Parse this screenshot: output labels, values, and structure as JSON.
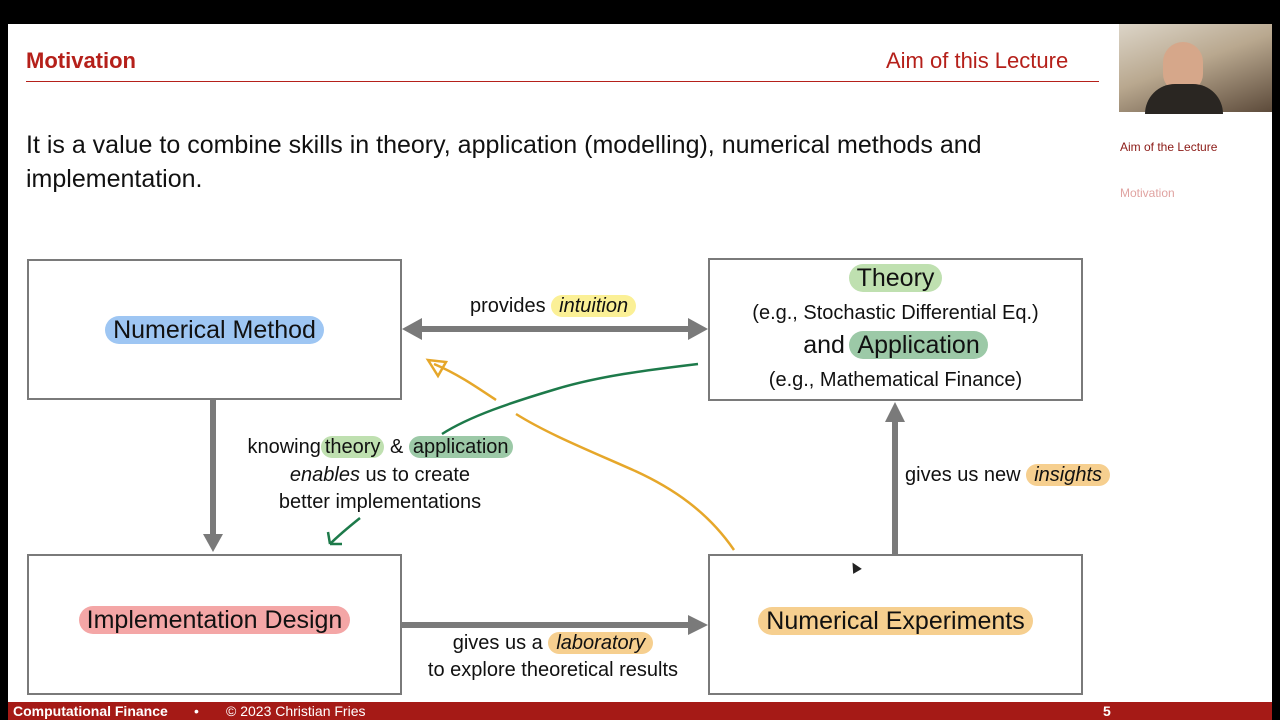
{
  "header": {
    "frame_title": "Motivation",
    "section_title": "Aim of this Lecture"
  },
  "body": {
    "text": "It is a value to combine skills in theory, application (modelling), numerical methods and implementation."
  },
  "sidebar": {
    "items": [
      {
        "label": "Aim of the Lecture",
        "color": "#8b1a16"
      },
      {
        "label": "Motivation",
        "color": "#e0a3a1"
      }
    ]
  },
  "diagram": {
    "numerical_method": "Numerical Method",
    "theory": "Theory",
    "theory_example": "(e.g., Stochastic Differential Eq.)",
    "and_word": "and",
    "application": "Application",
    "application_example": "(e.g., Mathematical Finance)",
    "implementation_design": "Implementation Design",
    "numerical_experiments": "Numerical Experiments",
    "provides_prefix": "provides",
    "provides_emph": "intuition",
    "knowing_prefix": "knowing",
    "knowing_theory": "theory",
    "knowing_amp": "&",
    "knowing_application": "application",
    "enables_emph": "enables",
    "enables_rest": "us to create",
    "better_impl": "better implementations",
    "gives_lab_prefix": "gives us a",
    "gives_lab_emph": "laboratory",
    "explore": "to explore theoretical results",
    "insights_prefix": "gives us new",
    "insights_emph": "insights"
  },
  "footer": {
    "course": "Computational Finance",
    "bullet": "•",
    "copyright": "© 2023 Christian Fries",
    "page_number": "5"
  },
  "colors": {
    "accent": "#b5201a",
    "footer_bg": "#a51a16",
    "box_border": "#7a7a7a",
    "arrow": "#7a7a7a",
    "ink_green": "#1d7a4a",
    "ink_orange": "#e6a72a"
  }
}
